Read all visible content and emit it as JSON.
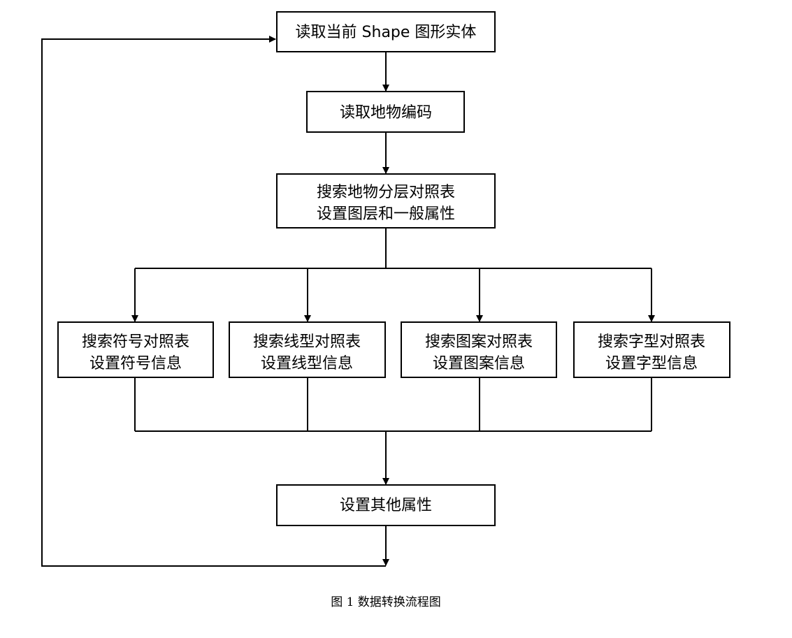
{
  "nodes": {
    "read_entity": "读取当前 Shape 图形实体",
    "read_code": "读取地物编码",
    "layer_search": [
      "搜索地物分层对照表",
      "设置图层和一般属性"
    ],
    "symbol": [
      "搜索符号对照表",
      "设置符号信息"
    ],
    "linetype": [
      "搜索线型对照表",
      "设置线型信息"
    ],
    "pattern": [
      "搜索图案对照表",
      "设置图案信息"
    ],
    "font": [
      "搜索字型对照表",
      "设置字型信息"
    ],
    "other_attrs": "设置其他属性"
  },
  "caption": "图 1  数据转换流程图"
}
